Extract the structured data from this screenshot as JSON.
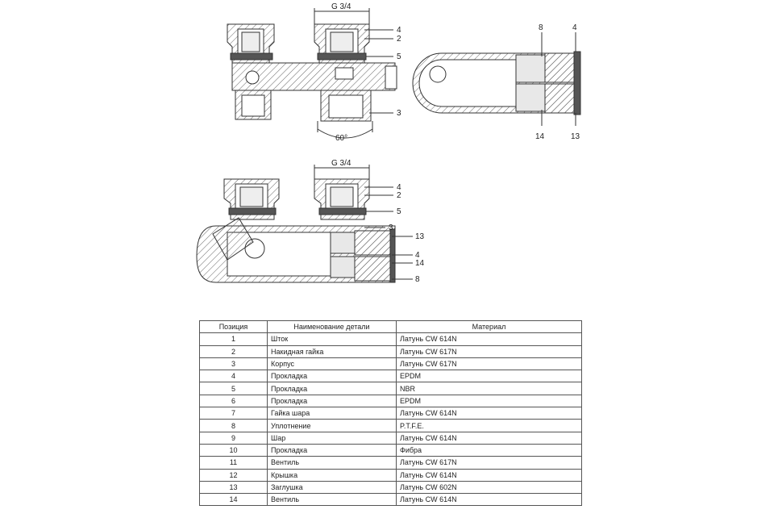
{
  "drawing": {
    "top_view": {
      "thread_label": "G 3/4",
      "angle_label": "60°",
      "callouts": [
        "4",
        "2",
        "5",
        "3"
      ]
    },
    "side_view": {
      "callouts_top": [
        "8",
        "4"
      ],
      "callouts_bottom": [
        "14",
        "13"
      ]
    },
    "front_view": {
      "thread_label": "G 3/4",
      "callouts": [
        "4",
        "2",
        "5",
        "3",
        "13",
        "4",
        "14",
        "8"
      ]
    }
  },
  "parts_table": {
    "headers": [
      "Позиция",
      "Наименование детали",
      "Материал"
    ],
    "rows": [
      {
        "pos": "1",
        "name": "Шток",
        "material": "Латунь CW 614N"
      },
      {
        "pos": "2",
        "name": "Накидная гайка",
        "material": "Латунь CW 617N"
      },
      {
        "pos": "3",
        "name": "Корпус",
        "material": "Латунь CW 617N"
      },
      {
        "pos": "4",
        "name": "Прокладка",
        "material": "EPDM"
      },
      {
        "pos": "5",
        "name": "Прокладка",
        "material": "NBR"
      },
      {
        "pos": "6",
        "name": "Прокладка",
        "material": "EPDM"
      },
      {
        "pos": "7",
        "name": "Гайка шара",
        "material": "Латунь CW 614N"
      },
      {
        "pos": "8",
        "name": "Уплотнение",
        "material": "P.T.F.E."
      },
      {
        "pos": "9",
        "name": "Шар",
        "material": "Латунь CW 614N"
      },
      {
        "pos": "10",
        "name": "Прокладка",
        "material": "Фибра"
      },
      {
        "pos": "11",
        "name": "Вентиль",
        "material": "Латунь CW 617N"
      },
      {
        "pos": "12",
        "name": "Крышка",
        "material": "Латунь CW 614N"
      },
      {
        "pos": "13",
        "name": "Заглушка",
        "material": "Латунь CW 602N"
      },
      {
        "pos": "14",
        "name": "Вентиль",
        "material": "Латунь CW 614N"
      }
    ]
  }
}
